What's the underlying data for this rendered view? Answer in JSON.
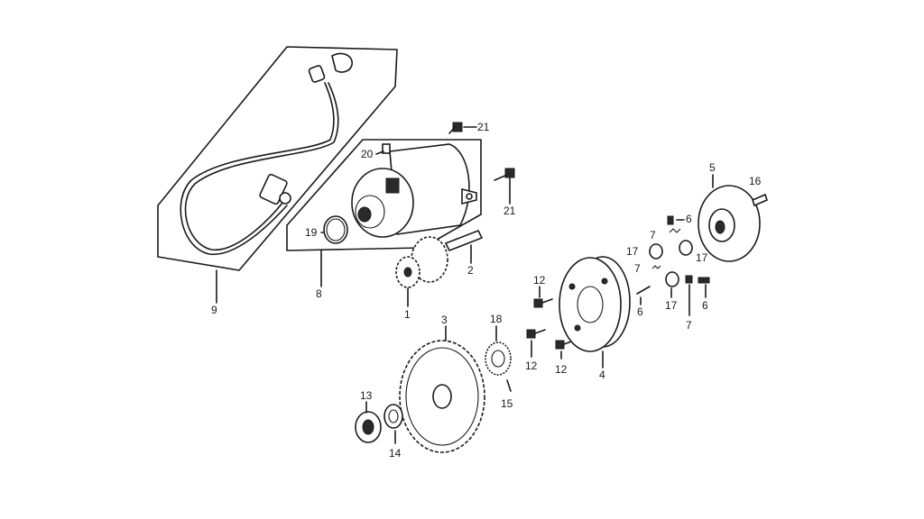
{
  "diagram": {
    "parts": [
      {
        "id": "1",
        "label": "1"
      },
      {
        "id": "2",
        "label": "2"
      },
      {
        "id": "3",
        "label": "3"
      },
      {
        "id": "4",
        "label": "4"
      },
      {
        "id": "5",
        "label": "5"
      },
      {
        "id": "6a",
        "label": "6"
      },
      {
        "id": "6b",
        "label": "6"
      },
      {
        "id": "6c",
        "label": "6"
      },
      {
        "id": "7a",
        "label": "7"
      },
      {
        "id": "7b",
        "label": "7"
      },
      {
        "id": "7c",
        "label": "7"
      },
      {
        "id": "8",
        "label": "8"
      },
      {
        "id": "9",
        "label": "9"
      },
      {
        "id": "12a",
        "label": "12"
      },
      {
        "id": "12b",
        "label": "12"
      },
      {
        "id": "12c",
        "label": "12"
      },
      {
        "id": "13",
        "label": "13"
      },
      {
        "id": "14",
        "label": "14"
      },
      {
        "id": "15",
        "label": "15"
      },
      {
        "id": "16",
        "label": "16"
      },
      {
        "id": "17a",
        "label": "17"
      },
      {
        "id": "17b",
        "label": "17"
      },
      {
        "id": "17c",
        "label": "17"
      },
      {
        "id": "18",
        "label": "18"
      },
      {
        "id": "19",
        "label": "19"
      },
      {
        "id": "20",
        "label": "20"
      },
      {
        "id": "21a",
        "label": "21"
      },
      {
        "id": "21b",
        "label": "21"
      }
    ]
  }
}
